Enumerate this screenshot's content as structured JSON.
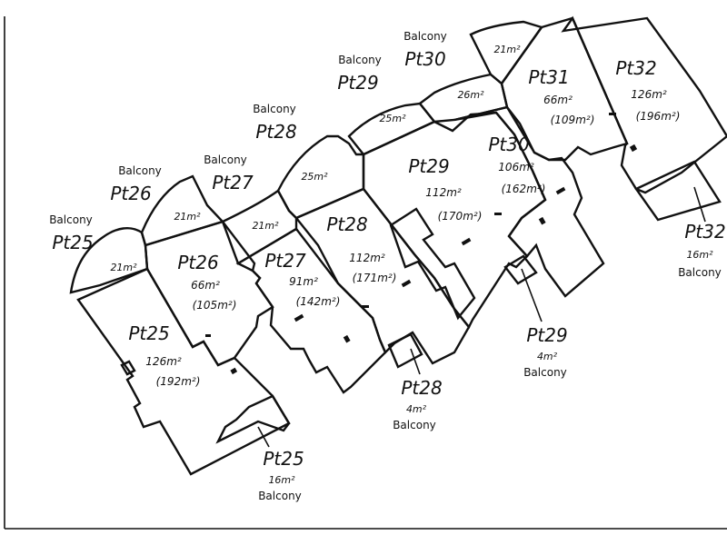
{
  "units": [
    {
      "name": "Pt25",
      "area": "126m²",
      "alt": "(192m²)"
    },
    {
      "name": "Pt26",
      "area": "66m²",
      "alt": "(105m²)"
    },
    {
      "name": "Pt27",
      "area": "91m²",
      "alt": "(142m²)"
    },
    {
      "name": "Pt28",
      "area": "112m²",
      "alt": "(171m²)"
    },
    {
      "name": "Pt29",
      "area": "112m²",
      "alt": "(170m²)"
    },
    {
      "name": "Pt30",
      "area": "106m²",
      "alt": "(162m²)"
    },
    {
      "name": "Pt31",
      "area": "66m²",
      "alt": "(109m²)"
    },
    {
      "name": "Pt32",
      "area": "126m²",
      "alt": "(196m²)"
    }
  ],
  "top_balconies": [
    {
      "word": "Balcony",
      "name": "Pt25",
      "area": "21m²"
    },
    {
      "word": "Balcony",
      "name": "Pt26",
      "area": "21m²"
    },
    {
      "word": "Balcony",
      "name": "Pt27",
      "area": "21m²"
    },
    {
      "word": "Balcony",
      "name": "Pt28",
      "area": "25m²"
    },
    {
      "word": "Balcony",
      "name": "Pt29",
      "area": "25m²"
    },
    {
      "word": "Balcony",
      "name": "Pt30",
      "area": "26m²"
    },
    {
      "area": "21m²"
    }
  ],
  "bottom_balconies": [
    {
      "name": "Pt25",
      "area": "16m²",
      "word": "Balcony"
    },
    {
      "name": "Pt28",
      "area": "4m²",
      "word": "Balcony"
    },
    {
      "name": "Pt29",
      "area": "4m²",
      "word": "Balcony"
    },
    {
      "name": "Pt32",
      "area": "16m²",
      "word": "Balcony"
    }
  ]
}
